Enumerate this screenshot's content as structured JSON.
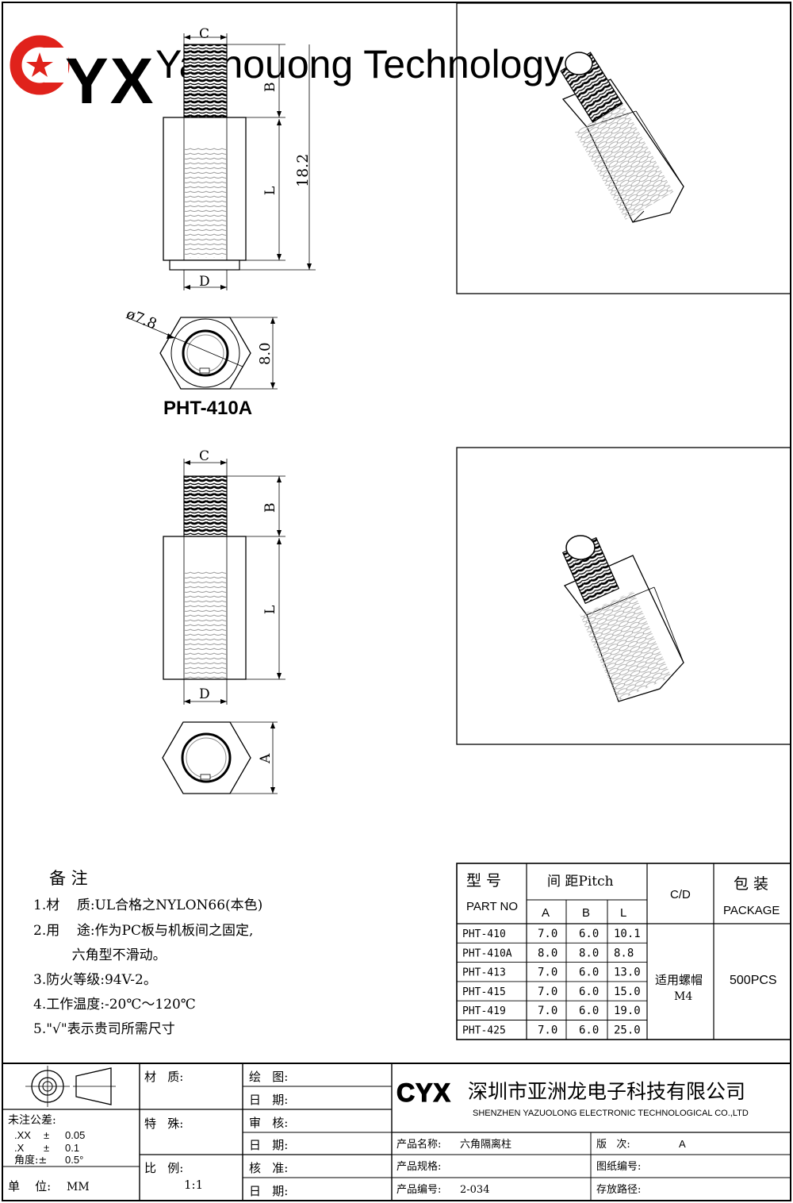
{
  "brand": {
    "logo_text": "CYX",
    "company_en": "Yazhouong Technology"
  },
  "part1": {
    "label": "PHT-410A",
    "dim_c": "C",
    "dim_b": "B",
    "dim_l": "L",
    "dim_d": "D",
    "dim_total": "18.2",
    "dim_dia": "ø7.8",
    "dim_hex": "8.0"
  },
  "part2": {
    "dim_c": "C",
    "dim_b": "B",
    "dim_l": "L",
    "dim_d": "D",
    "dim_a": "A"
  },
  "notes": {
    "title": "备  注",
    "lines": [
      "1.材    质:UL合格之NYLON66(本色)",
      "2.用    途:作为PC板与机板间之固定,",
      "         六角型不滑动。",
      "3.防火等级:94V-2。",
      "4.工作温度:-20℃～120℃",
      "5.\"√\"表示贵司所需尺寸"
    ]
  },
  "spec_table": {
    "h_model_cn": "型  号",
    "h_model_en": "PART NO",
    "h_pitch": "间 距Pitch",
    "h_a": "A",
    "h_b": "B",
    "h_l": "L",
    "h_cd": "C/D",
    "h_pack_cn": "包  装",
    "h_pack_en": "PACKAGE",
    "rows": [
      {
        "part": "PHT-410",
        "a": "7.0",
        "b": "6.0",
        "l": "10.1"
      },
      {
        "part": "PHT-410A",
        "a": "8.0",
        "b": "8.0",
        "l": "8.8"
      },
      {
        "part": "PHT-413",
        "a": "7.0",
        "b": "6.0",
        "l": "13.0"
      },
      {
        "part": "PHT-415",
        "a": "7.0",
        "b": "6.0",
        "l": "15.0"
      },
      {
        "part": "PHT-419",
        "a": "7.0",
        "b": "6.0",
        "l": "19.0"
      },
      {
        "part": "PHT-425",
        "a": "7.0",
        "b": "6.0",
        "l": "25.0"
      }
    ],
    "cd_line1": "适用螺帽",
    "cd_line2": "M4",
    "package": "500PCS"
  },
  "title_block": {
    "material_label": "材   质:",
    "special_label": "特   殊:",
    "scale_label": "比   例:",
    "scale_value": "1:1",
    "tol_title": "未注公差:",
    "tol_xx": ".XX",
    "tol_xx_pm": "±",
    "tol_xx_val": "0.05",
    "tol_x": ".X",
    "tol_x_pm": "±",
    "tol_x_val": "0.1",
    "tol_ang": "角度:±",
    "tol_ang_val": "0.5°",
    "unit_label": "单    位:",
    "unit_value": "MM",
    "draw_label": "绘   图:",
    "date1_label": "日   期:",
    "review_label": "审   核:",
    "date2_label": "日   期:",
    "approve_label": "核   准:",
    "date3_label": "日   期:",
    "logo_text": "CYX",
    "company_cn": "深圳市亚洲龙电子科技有限公司",
    "company_en": "SHENZHEN YAZUOLONG ELECTRONIC TECHNOLOGICAL CO.,LTD",
    "prod_name_label": "产品名称:",
    "prod_name_value": "六角隔离柱",
    "version_label": "版   次:",
    "version_value": "A",
    "prod_spec_label": "产品规格:",
    "drawing_no_label": "图纸编号:",
    "prod_no_label": "产品编号:",
    "prod_no_value": "2-034",
    "storage_label": "存放路径:"
  }
}
